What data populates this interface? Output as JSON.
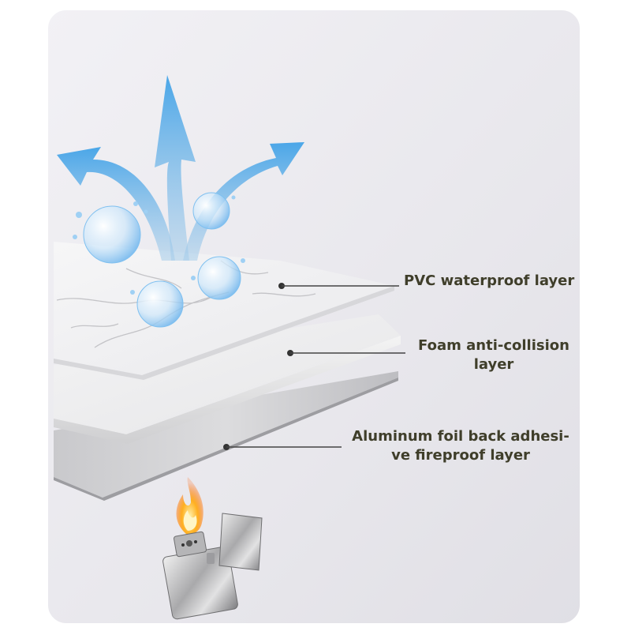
{
  "layers": [
    {
      "id": "pvc",
      "lines": [
        "PVC waterproof layer"
      ]
    },
    {
      "id": "foam",
      "lines": [
        "Foam anti-collision",
        "layer"
      ]
    },
    {
      "id": "aluminum",
      "lines": [
        "Aluminum foil back adhesi-",
        "ve fireproof layer"
      ]
    }
  ],
  "colors": {
    "label_text": "#3f3e2a",
    "arrow_blue": "#5aaee6",
    "background": "#e9e8ee",
    "frame_border": "#ffffff"
  },
  "icons": {
    "arrows": "upward-vapor-arrows-icon",
    "bubbles": "water-droplet-icon",
    "lighter": "lighter-icon",
    "flame": "flame-icon"
  }
}
